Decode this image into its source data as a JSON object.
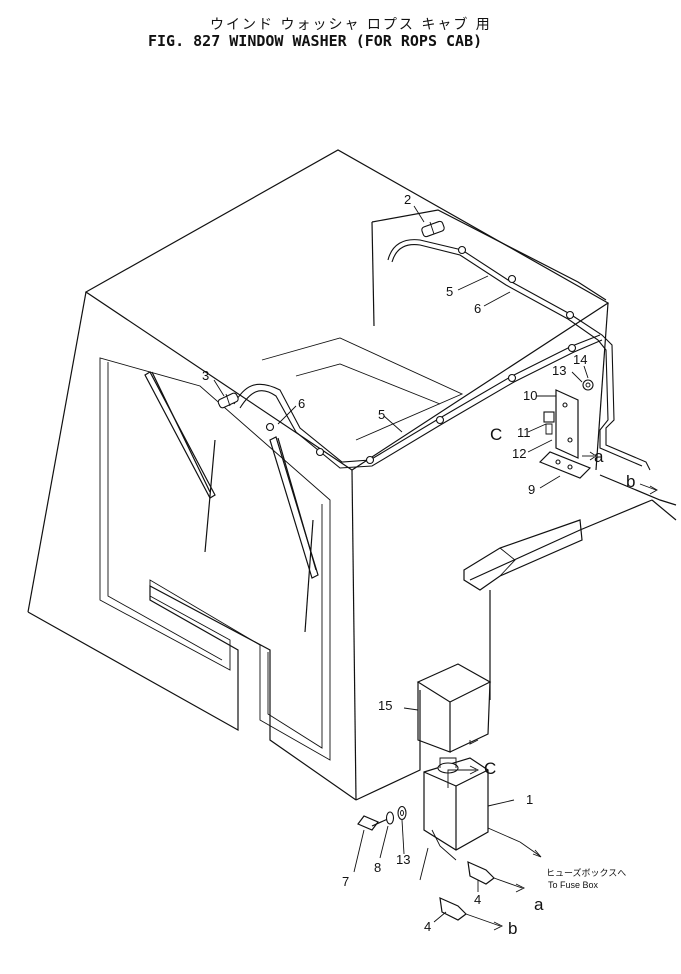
{
  "title": {
    "japanese": "ウインド ウォッシャ  ロプス キャブ 用",
    "english": "FIG. 827  WINDOW WASHER (FOR ROPS CAB)"
  },
  "callouts": [
    {
      "id": "c1",
      "text": "1"
    },
    {
      "id": "c2",
      "text": "2"
    },
    {
      "id": "c3",
      "text": "3"
    },
    {
      "id": "c4a",
      "text": "4"
    },
    {
      "id": "c4b",
      "text": "4"
    },
    {
      "id": "c5a",
      "text": "5"
    },
    {
      "id": "c5b",
      "text": "5"
    },
    {
      "id": "c6a",
      "text": "6"
    },
    {
      "id": "c6b",
      "text": "6"
    },
    {
      "id": "c7",
      "text": "7"
    },
    {
      "id": "c8",
      "text": "8"
    },
    {
      "id": "c9",
      "text": "9"
    },
    {
      "id": "c10",
      "text": "10"
    },
    {
      "id": "c11",
      "text": "11"
    },
    {
      "id": "c12",
      "text": "12"
    },
    {
      "id": "c13a",
      "text": "13"
    },
    {
      "id": "c13b",
      "text": "13"
    },
    {
      "id": "c14",
      "text": "14"
    },
    {
      "id": "c15",
      "text": "15"
    }
  ],
  "connection_letters": {
    "a_top": "a",
    "b_top": "b",
    "c_top": "C",
    "c_bottom": "C",
    "a_bottom": "a",
    "b_bottom": "b"
  },
  "fuse_box_note": {
    "japanese": "ヒューズボックスへ",
    "english": "To Fuse Box"
  }
}
